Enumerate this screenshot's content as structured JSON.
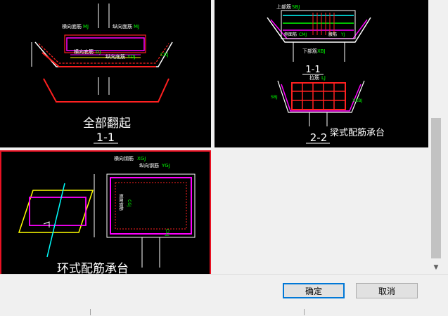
{
  "tiles": [
    {
      "caption": "全部翻起",
      "section": "1-1",
      "labels": [
        "横向面筋",
        "MJ",
        "纵向面筋",
        "MJ",
        "横向底筋",
        "DJ",
        "纵向底筋",
        "YDJ",
        "CKJ"
      ]
    },
    {
      "caption": "梁式配筋承台",
      "section_top": "1-1",
      "section_bottom": "2-2",
      "labels": [
        "上部筋",
        "SBJ",
        "侧面筋",
        "CMJ",
        "腰筋",
        "YJ",
        "下部筋",
        "XBJ",
        "拉筋",
        "LJ",
        "XXBJ",
        "SBJ"
      ]
    },
    {
      "caption": "环式配筋承台",
      "labels": [
        "横向钢筋",
        "XGJ",
        "纵向钢筋",
        "YGJ",
        "侧面钢筋",
        "CGJ",
        "CGJ"
      ]
    }
  ],
  "buttons": {
    "ok": "确定",
    "cancel": "取消"
  }
}
